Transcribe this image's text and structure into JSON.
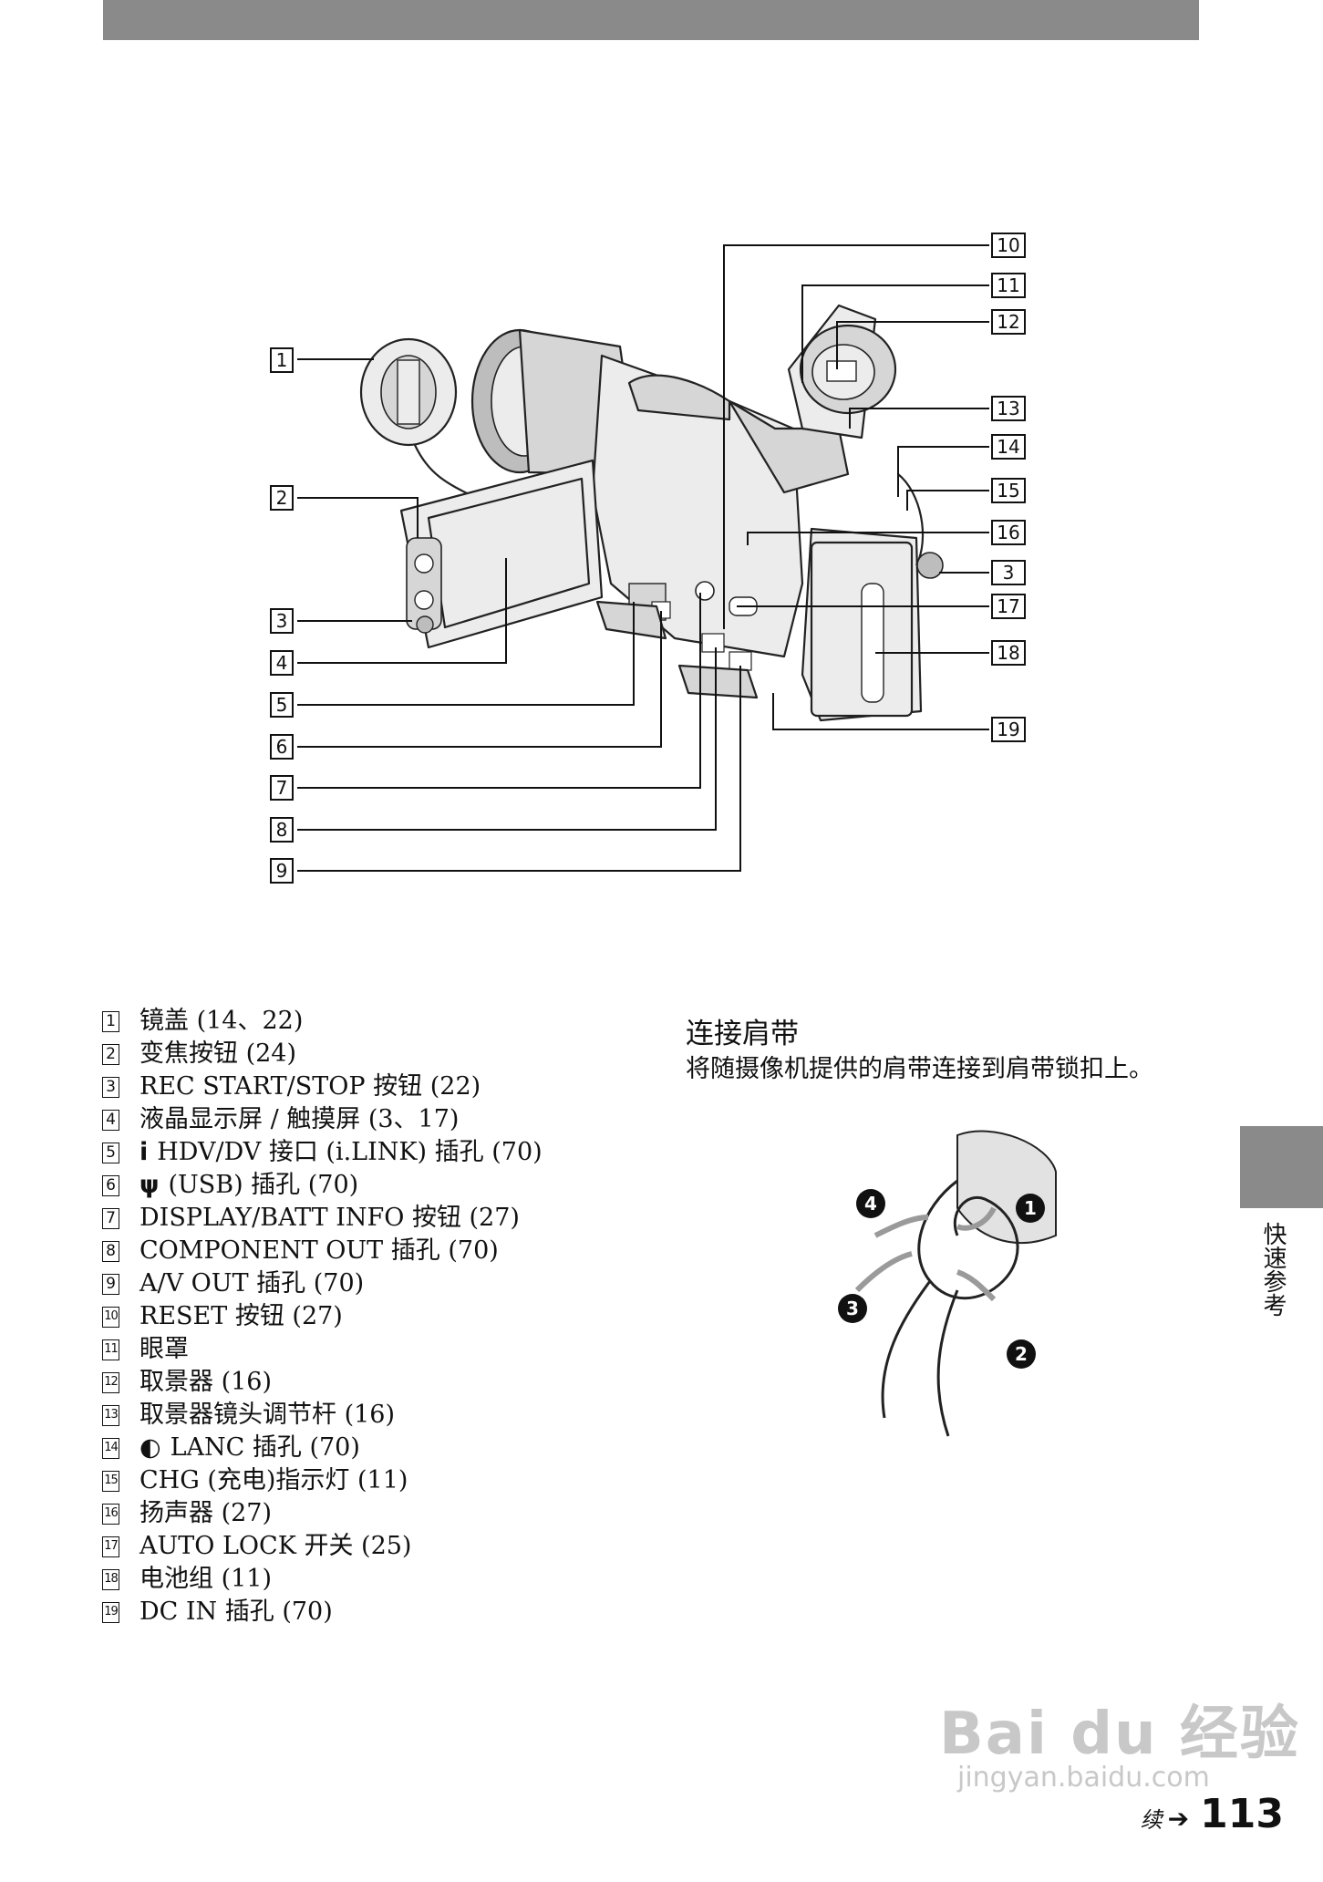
{
  "callouts": [
    "1",
    "2",
    "3",
    "4",
    "5",
    "6",
    "7",
    "8",
    "9",
    "10",
    "11",
    "12",
    "13",
    "14",
    "15",
    "16",
    "3",
    "17",
    "18",
    "19"
  ],
  "parts": [
    {
      "num": "1",
      "text": "镜盖 (14、22)"
    },
    {
      "num": "2",
      "text": "变焦按钮 (24)"
    },
    {
      "num": "3",
      "text": "REC START/STOP 按钮 (22)"
    },
    {
      "num": "4",
      "text": "液晶显示屏 / 触摸屏 (3、17)"
    },
    {
      "num": "5",
      "icon": "ilink-icon",
      "icon_glyph": "i",
      "text": "HDV/DV 接口 (i.LINK) 插孔 (70)"
    },
    {
      "num": "6",
      "icon": "usb-icon",
      "icon_glyph": "ψ",
      "text": "(USB) 插孔 (70)"
    },
    {
      "num": "7",
      "text": "DISPLAY/BATT INFO 按钮 (27)"
    },
    {
      "num": "8",
      "text": "COMPONENT OUT 插孔 (70)"
    },
    {
      "num": "9",
      "text": "A/V OUT 插孔 (70)"
    },
    {
      "num": "10",
      "text": "RESET 按钮 (27)"
    },
    {
      "num": "11",
      "text": "眼罩"
    },
    {
      "num": "12",
      "text": "取景器 (16)"
    },
    {
      "num": "13",
      "text": "取景器镜头调节杆 (16)"
    },
    {
      "num": "14",
      "icon": "lanc-icon",
      "icon_glyph": "◐",
      "text": "LANC 插孔 (70)"
    },
    {
      "num": "15",
      "text": "CHG (充电)指示灯 (11)"
    },
    {
      "num": "16",
      "text": "扬声器 (27)"
    },
    {
      "num": "17",
      "text": "AUTO LOCK 开关 (25)"
    },
    {
      "num": "18",
      "text": "电池组 (11)"
    },
    {
      "num": "19",
      "text": "DC IN 插孔 (70)"
    }
  ],
  "strap": {
    "title": "连接肩带",
    "description": "将随摄像机提供的肩带连接到肩带锁扣上。",
    "steps": [
      "1",
      "2",
      "3",
      "4"
    ]
  },
  "side_tab": {
    "label": "快速参考"
  },
  "footer": {
    "continued": "续",
    "page": "113"
  },
  "watermark": {
    "logo": "Bai du 经验",
    "url": "jingyan.baidu.com"
  },
  "colors": {
    "bar_gray": "#8a8a8a"
  }
}
